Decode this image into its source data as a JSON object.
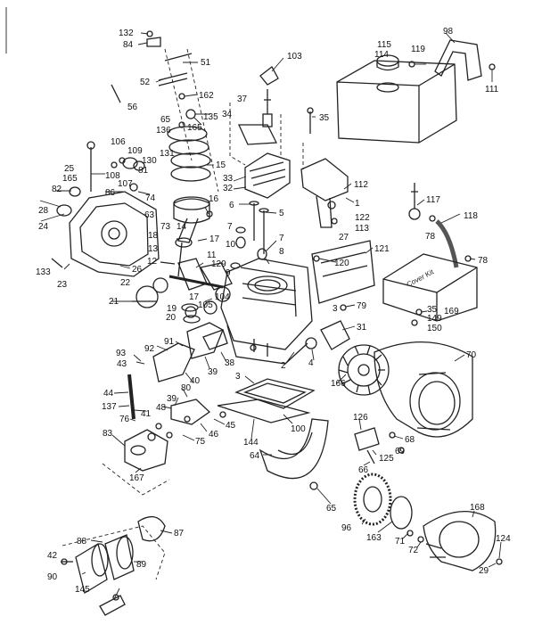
{
  "diagram": {
    "plate_label": "Cover Kit",
    "callouts": {
      "c132": "132",
      "c84": "84",
      "c51": "51",
      "c52": "52",
      "c56": "56",
      "c162": "162",
      "c65a": "65",
      "c135": "135",
      "c136": "136",
      "c165a": "165",
      "c34": "34",
      "c103": "103",
      "c37": "37",
      "c35a": "35",
      "c115": "115",
      "c114": "114",
      "c119": "119",
      "c98": "98",
      "c111": "111",
      "c106": "106",
      "c109": "109",
      "c131": "131",
      "c130": "130",
      "c15": "15",
      "c25": "25",
      "c165b": "165",
      "c108": "108",
      "c81": "81",
      "c107": "107",
      "c86": "86",
      "c82a": "82",
      "c74": "74",
      "c28": "28",
      "c63": "63",
      "c24": "24",
      "c73": "73",
      "c14": "14",
      "c16": "16",
      "c18": "18",
      "c17a": "17",
      "c13": "13",
      "c12": "12",
      "c133": "133",
      "c23": "23",
      "c26": "26",
      "c22": "22",
      "c11": "11",
      "c129": "129",
      "c21": "21",
      "c17b": "17",
      "c19": "19",
      "c105": "105",
      "c104": "104",
      "c20": "20",
      "c33": "33",
      "c32": "32",
      "c6": "6",
      "c5": "5",
      "c7a": "7",
      "c7b": "7",
      "c10": "10",
      "c8": "8",
      "c9": "9",
      "c112": "112",
      "c1": "1",
      "c122": "122",
      "c113": "113",
      "c27": "27",
      "c117": "117",
      "c118": "118",
      "c78a": "78",
      "c78b": "78",
      "c120": "120",
      "c121": "121",
      "c169": "169",
      "c35b": "35",
      "c149": "149",
      "c150": "150",
      "c79": "79",
      "c3a": "3",
      "c31": "31",
      "c70": "70",
      "c2": "2",
      "c4": "4",
      "c166": "166",
      "c93": "93",
      "c92": "92",
      "c91": "91",
      "c43": "43",
      "c40": "40",
      "c39a": "39",
      "c38": "38",
      "c3b": "3",
      "c44": "44",
      "c137": "137",
      "c80": "80",
      "c39b": "39",
      "c41": "41",
      "c48": "48",
      "c45": "45",
      "c46": "46",
      "c76": "76",
      "c75": "75",
      "c100": "100",
      "c144": "144",
      "c83": "83",
      "c167": "167",
      "c126": "126",
      "c68": "68",
      "c69": "69",
      "c125": "125",
      "c66": "66",
      "c64": "64",
      "c65b": "65",
      "c88": "88",
      "c87": "87",
      "c42": "42",
      "c90": "90",
      "c89": "89",
      "c145": "145",
      "c96": "96",
      "c163": "163",
      "c71": "71",
      "c72": "72",
      "c168": "168",
      "c124": "124",
      "c29": "29"
    }
  }
}
